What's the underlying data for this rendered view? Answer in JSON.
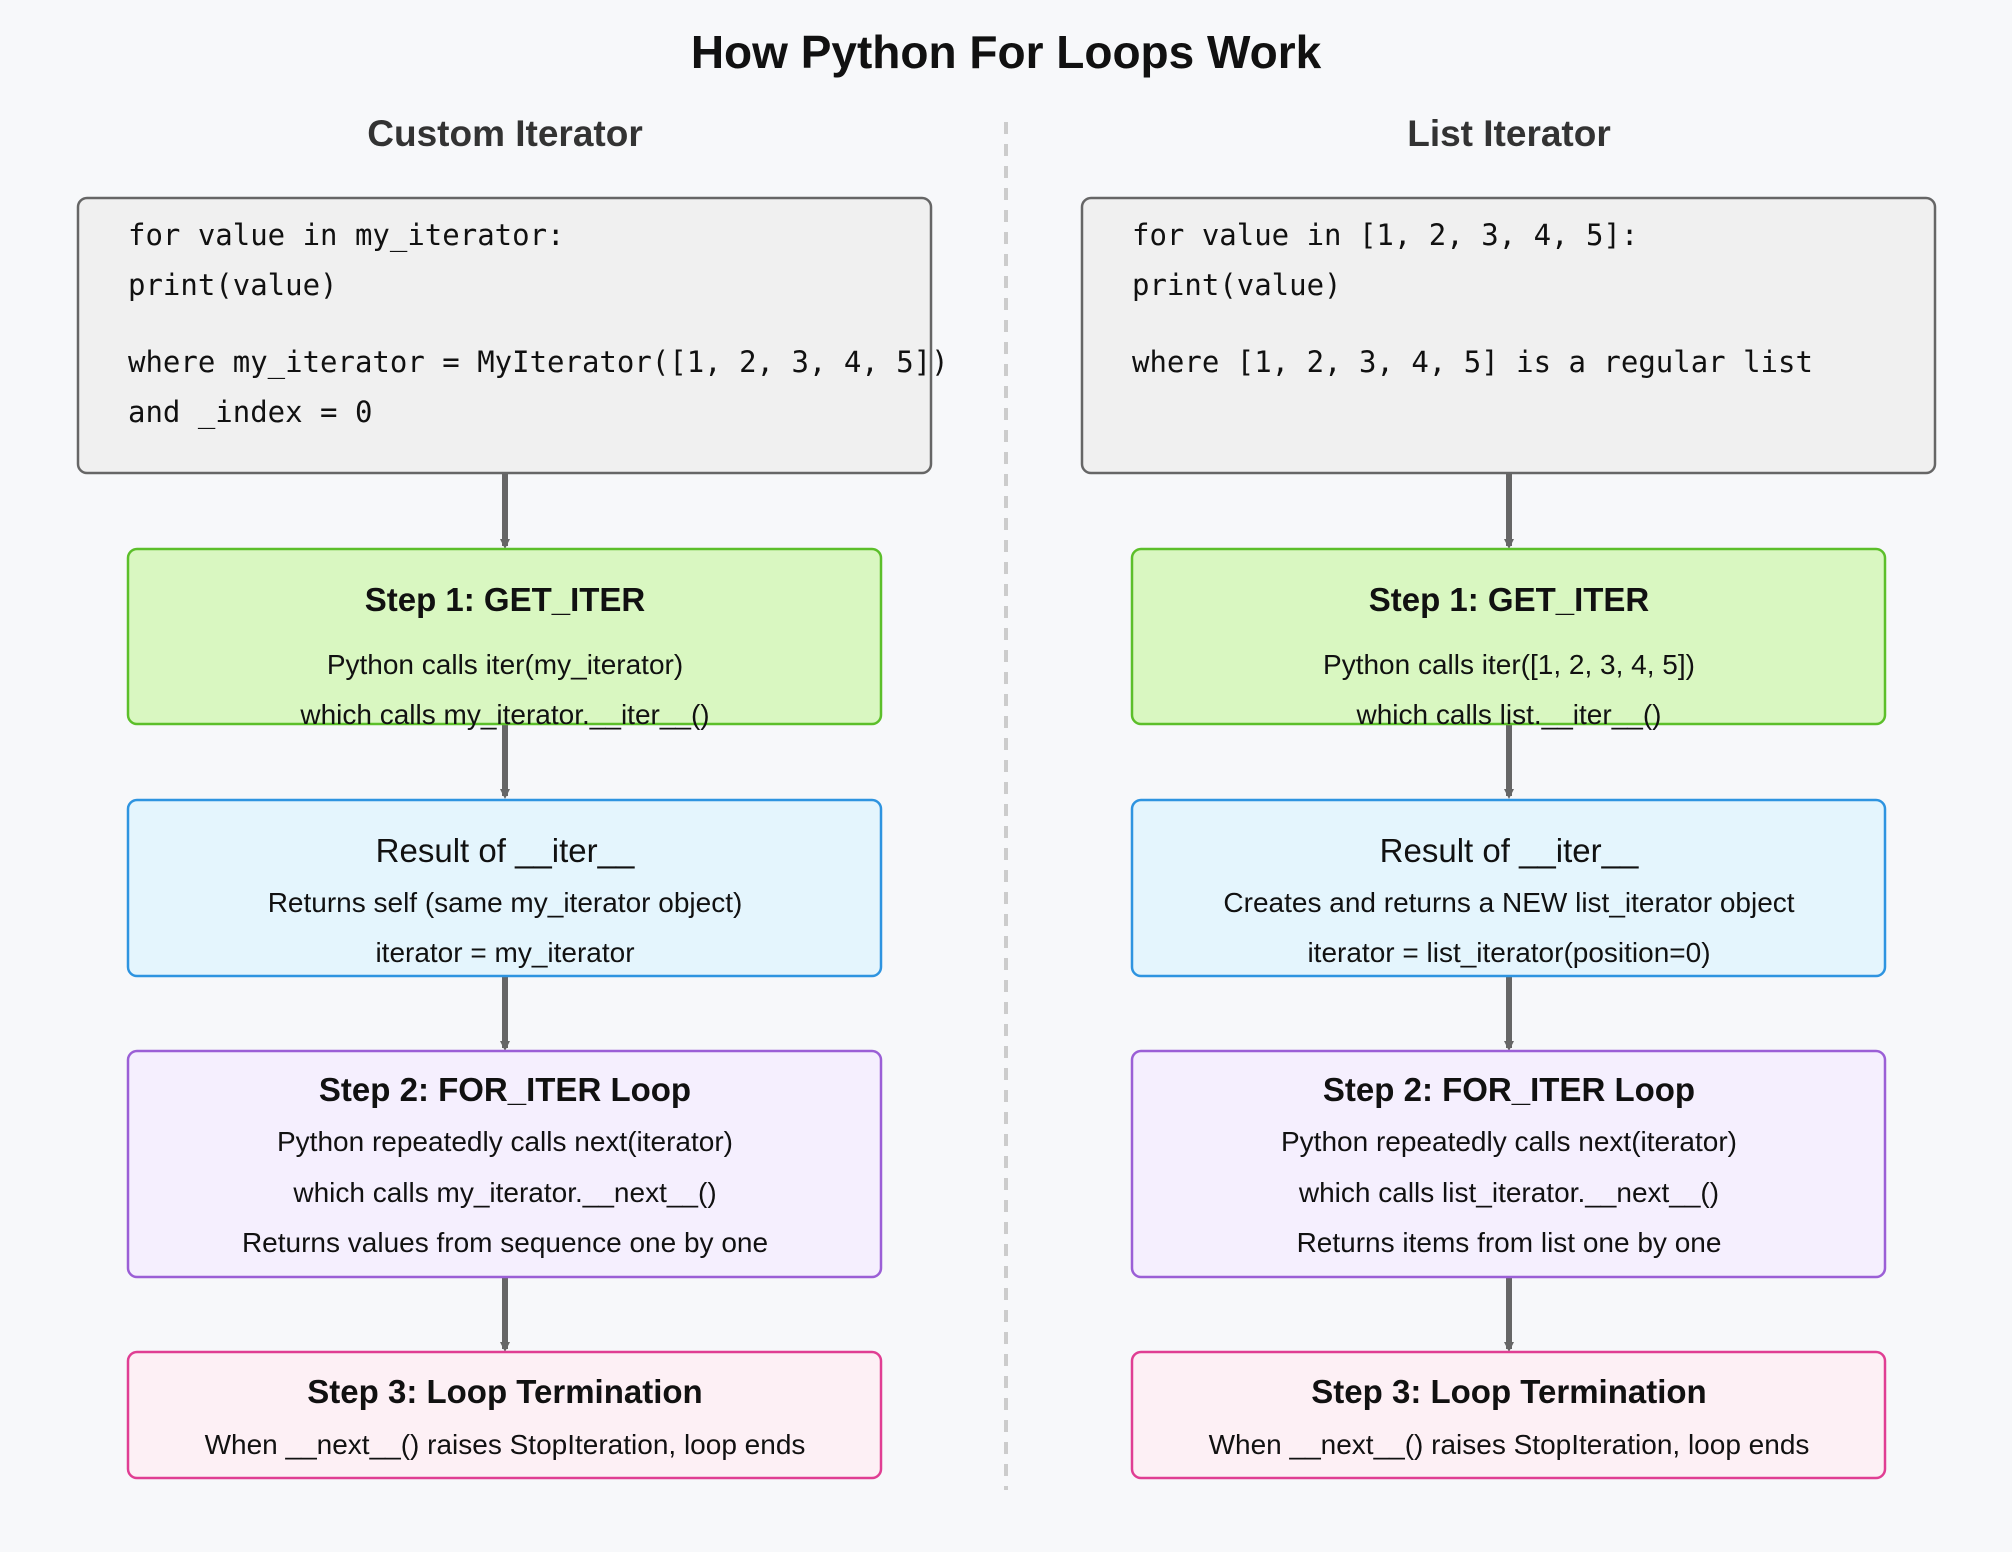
{
  "title": "How Python For Loops Work",
  "colors": {
    "background": "#f7f8fa",
    "code_fill": "#f0f0f0",
    "code_stroke": "#666666",
    "step1_fill": "#d9f7c1",
    "step1_stroke": "#5cbf2a",
    "result_fill": "#e4f5fd",
    "result_stroke": "#2e94e0",
    "step2_fill": "#f5effe",
    "step2_stroke": "#9b5fd6",
    "step3_fill": "#fdf0f5",
    "step3_stroke": "#e03e93",
    "arrow": "#666666",
    "divider": "#cccccc"
  },
  "columns": [
    {
      "heading": "Custom Iterator",
      "code": {
        "line1": "for value in my_iterator:",
        "line2": "print(value)",
        "line3": "where my_iterator = MyIterator([1, 2, 3, 4, 5])",
        "line4": "and _index = 0"
      },
      "step1": {
        "title": "Step 1: GET_ITER",
        "line1": "Python calls iter(my_iterator)",
        "line2": "which calls my_iterator.__iter__()"
      },
      "result": {
        "title": "Result of __iter__",
        "line1": "Returns self (same my_iterator object)",
        "line2": "iterator = my_iterator"
      },
      "step2": {
        "title": "Step 2: FOR_ITER Loop",
        "line1": "Python repeatedly calls next(iterator)",
        "line2": "which calls my_iterator.__next__()",
        "line3": "Returns values from sequence one by one"
      },
      "step3": {
        "title": "Step 3: Loop Termination",
        "line1": "When __next__() raises StopIteration, loop ends"
      }
    },
    {
      "heading": "List Iterator",
      "code": {
        "line1": "for value in [1, 2, 3, 4, 5]:",
        "line2": "print(value)",
        "line3": "where [1, 2, 3, 4, 5] is a regular list",
        "line4": ""
      },
      "step1": {
        "title": "Step 1: GET_ITER",
        "line1": "Python calls iter([1, 2, 3, 4, 5])",
        "line2": "which calls list.__iter__()"
      },
      "result": {
        "title": "Result of __iter__",
        "line1": "Creates and returns a NEW list_iterator object",
        "line2": "iterator = list_iterator(position=0)"
      },
      "step2": {
        "title": "Step 2: FOR_ITER Loop",
        "line1": "Python repeatedly calls next(iterator)",
        "line2": "which calls list_iterator.__next__()",
        "line3": "Returns items from list one by one"
      },
      "step3": {
        "title": "Step 3: Loop Termination",
        "line1": "When __next__() raises StopIteration, loop ends"
      }
    }
  ]
}
